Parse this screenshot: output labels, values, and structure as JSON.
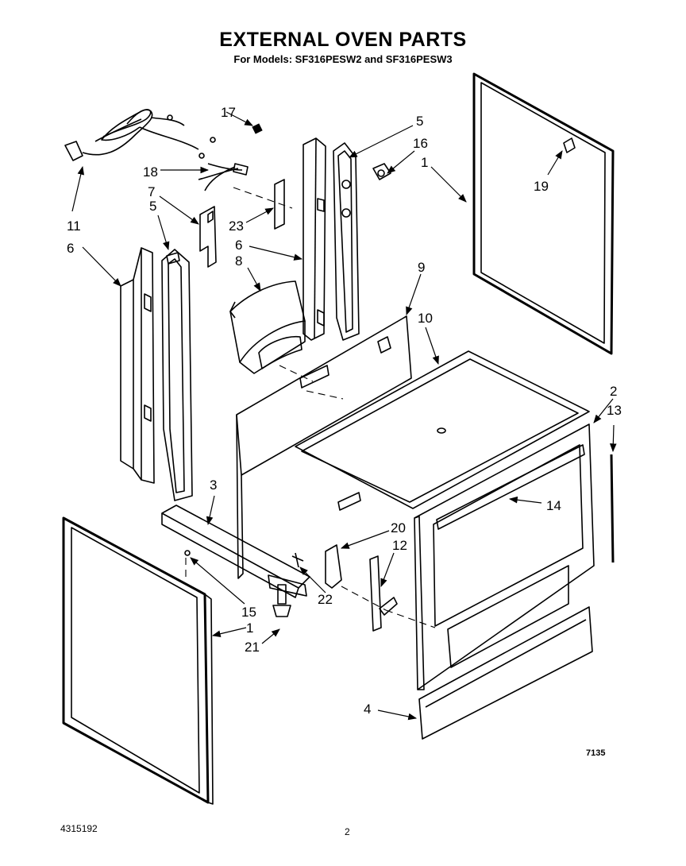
{
  "title": "EXTERNAL OVEN PARTS",
  "subtitle": "For Models: SF316PESW2 and SF316PESW3",
  "figure_number": "7135",
  "document_number": "4315192",
  "page_number": "2",
  "callouts": {
    "c1a": "1",
    "c1b": "1",
    "c2": "2",
    "c3": "3",
    "c4": "4",
    "c5a": "5",
    "c5b": "5",
    "c6a": "6",
    "c6b": "6",
    "c7": "7",
    "c8": "8",
    "c9": "9",
    "c10": "10",
    "c11": "11",
    "c12": "12",
    "c13": "13",
    "c14": "14",
    "c15": "15",
    "c16": "16",
    "c17": "17",
    "c18": "18",
    "c19": "19",
    "c20": "20",
    "c21": "21",
    "c22": "22",
    "c23": "23"
  }
}
